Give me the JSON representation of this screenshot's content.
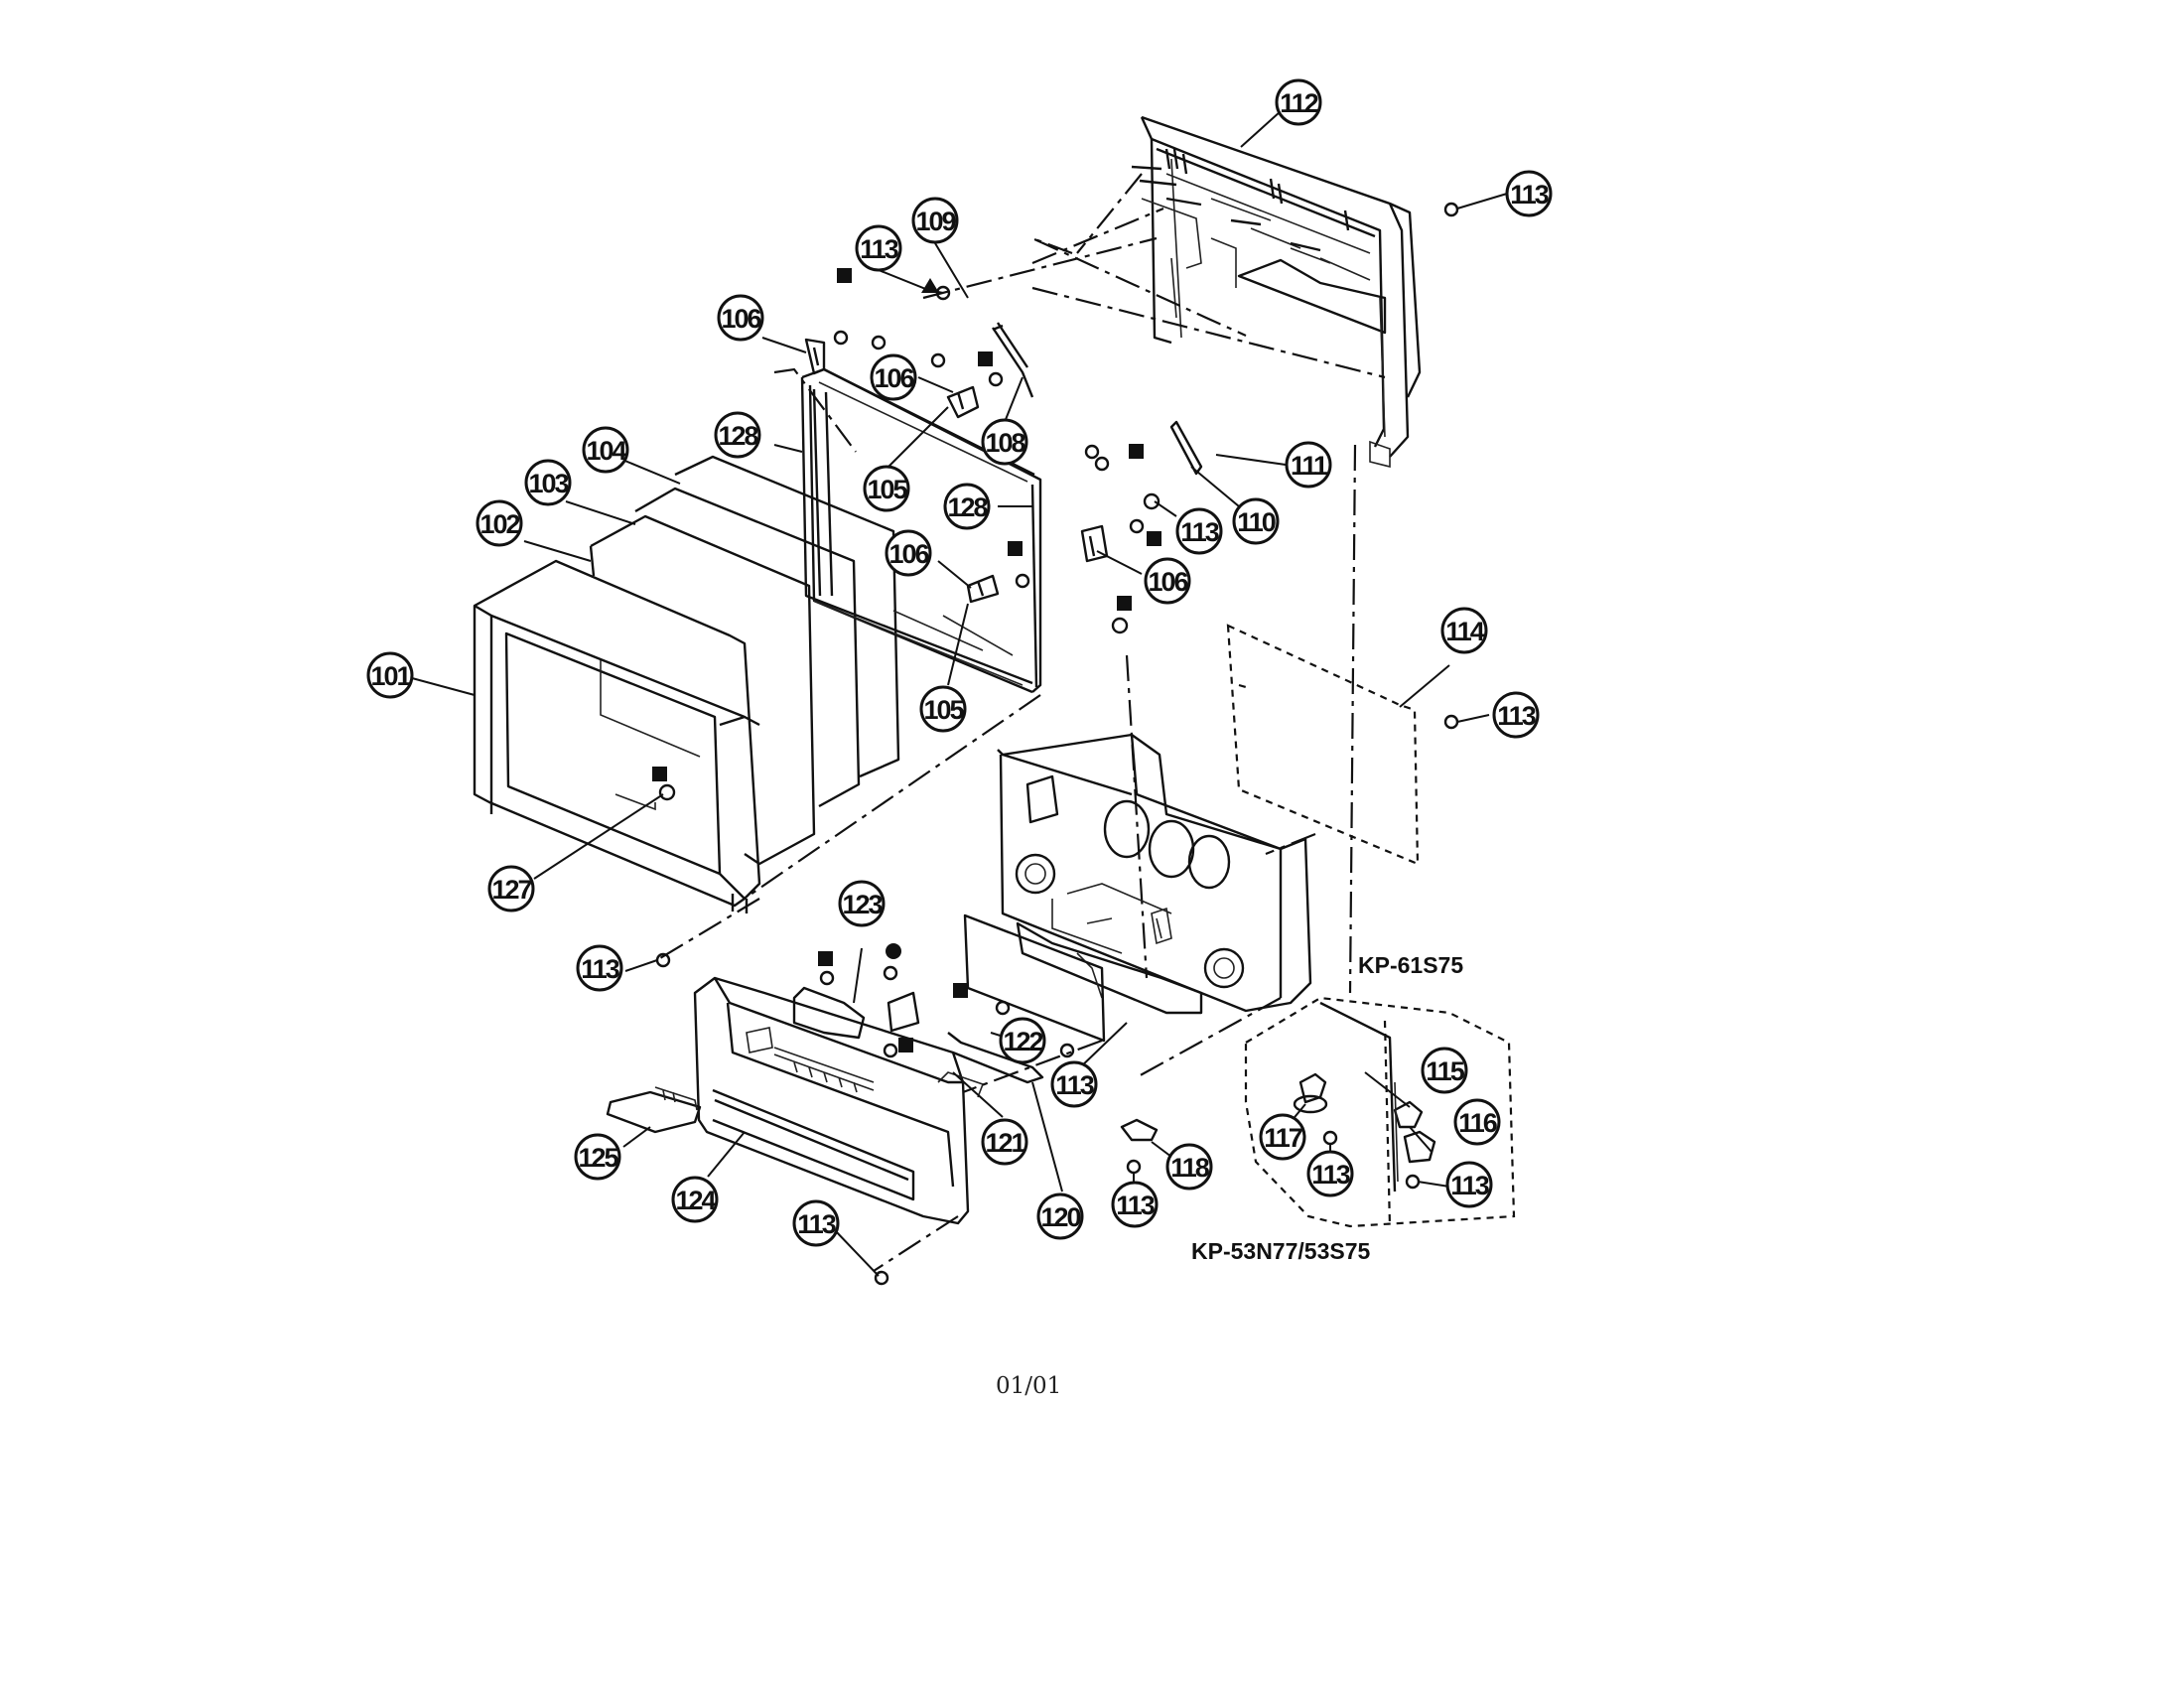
{
  "diagram": {
    "model_labels": {
      "kp61": "KP-61S75",
      "kp53": "KP-53N77/53S75"
    },
    "page_number": "01/01",
    "callouts": [
      {
        "id": "112",
        "label": "112"
      },
      {
        "id": "113a",
        "label": "113"
      },
      {
        "id": "109",
        "label": "109"
      },
      {
        "id": "113b",
        "label": "113"
      },
      {
        "id": "106a",
        "label": "106"
      },
      {
        "id": "106b",
        "label": "106"
      },
      {
        "id": "108",
        "label": "108"
      },
      {
        "id": "128a",
        "label": "128"
      },
      {
        "id": "104",
        "label": "104"
      },
      {
        "id": "105a",
        "label": "105"
      },
      {
        "id": "111",
        "label": "111"
      },
      {
        "id": "103",
        "label": "103"
      },
      {
        "id": "128b",
        "label": "128"
      },
      {
        "id": "113c",
        "label": "113"
      },
      {
        "id": "110",
        "label": "110"
      },
      {
        "id": "102",
        "label": "102"
      },
      {
        "id": "106c",
        "label": "106"
      },
      {
        "id": "106d",
        "label": "106"
      },
      {
        "id": "114",
        "label": "114"
      },
      {
        "id": "101",
        "label": "101"
      },
      {
        "id": "105b",
        "label": "105"
      },
      {
        "id": "113d",
        "label": "113"
      },
      {
        "id": "127",
        "label": "127"
      },
      {
        "id": "123",
        "label": "123"
      },
      {
        "id": "113e",
        "label": "113"
      },
      {
        "id": "122",
        "label": "122"
      },
      {
        "id": "113f",
        "label": "113"
      },
      {
        "id": "115",
        "label": "115"
      },
      {
        "id": "116",
        "label": "116"
      },
      {
        "id": "117",
        "label": "117"
      },
      {
        "id": "113g",
        "label": "113"
      },
      {
        "id": "125",
        "label": "125"
      },
      {
        "id": "121",
        "label": "121"
      },
      {
        "id": "118",
        "label": "118"
      },
      {
        "id": "113h",
        "label": "113"
      },
      {
        "id": "124",
        "label": "124"
      },
      {
        "id": "120",
        "label": "120"
      },
      {
        "id": "113i",
        "label": "113"
      },
      {
        "id": "113j",
        "label": "113"
      }
    ]
  }
}
